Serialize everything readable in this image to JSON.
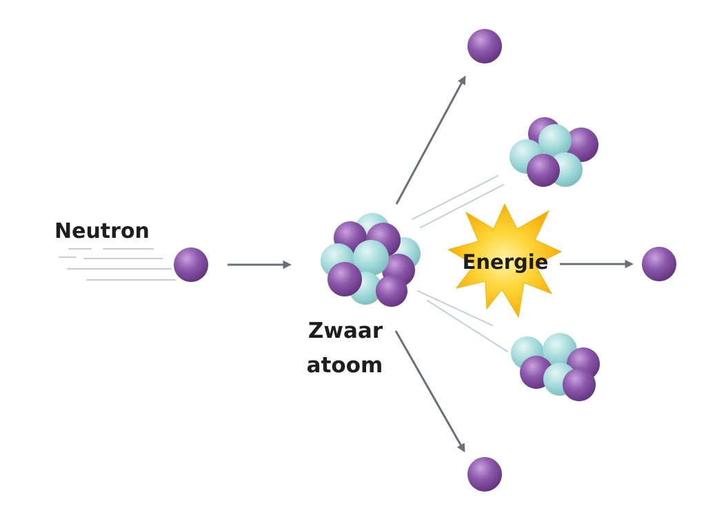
{
  "labels": {
    "neutron": "Neutron",
    "heavy_atom_line1": "Zwaar",
    "heavy_atom_line2": "atoom",
    "energy": "Energie"
  },
  "colors": {
    "neutron_particle": "#8a55a8",
    "proton_particle": "#a6dcdc",
    "arrow": "#6b7078",
    "energy_burst": "#ffc21a",
    "text": "#1e1e1e"
  }
}
